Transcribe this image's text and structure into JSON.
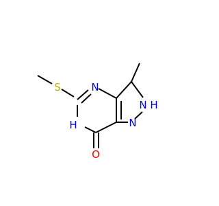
{
  "molecule": {
    "atom_labels": {
      "s1": "S",
      "n1": "N",
      "n2": "N",
      "n3": "H",
      "n4": "N",
      "n5": "H",
      "o1": "O"
    },
    "colors": {
      "bond": "#000000",
      "sulfur": "#b5b500",
      "nitrogen": "#0000ff",
      "oxygen": "#ff0000"
    }
  }
}
